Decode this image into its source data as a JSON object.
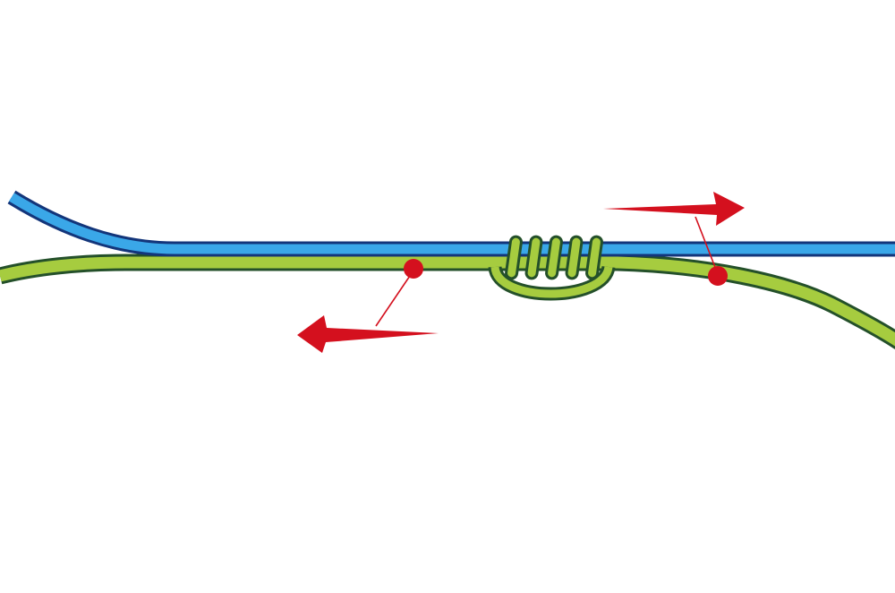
{
  "diagram": {
    "subject": "knot-tying-step",
    "background_color": "#ffffff",
    "lines": [
      {
        "id": "blue-line",
        "fill_color": "#3aa7e8",
        "outline_color": "#13357a"
      },
      {
        "id": "green-line",
        "fill_color": "#a6cc3f",
        "outline_color": "#24502a"
      }
    ],
    "knot": {
      "id": "wrap-knot",
      "wraps": 5,
      "fill_color": "#a6cc3f",
      "outline_color": "#24502a"
    },
    "pull_indicators": [
      {
        "id": "pull-left",
        "direction": "left",
        "color": "#d4101e"
      },
      {
        "id": "pull-right",
        "direction": "right",
        "color": "#d4101e"
      }
    ]
  }
}
